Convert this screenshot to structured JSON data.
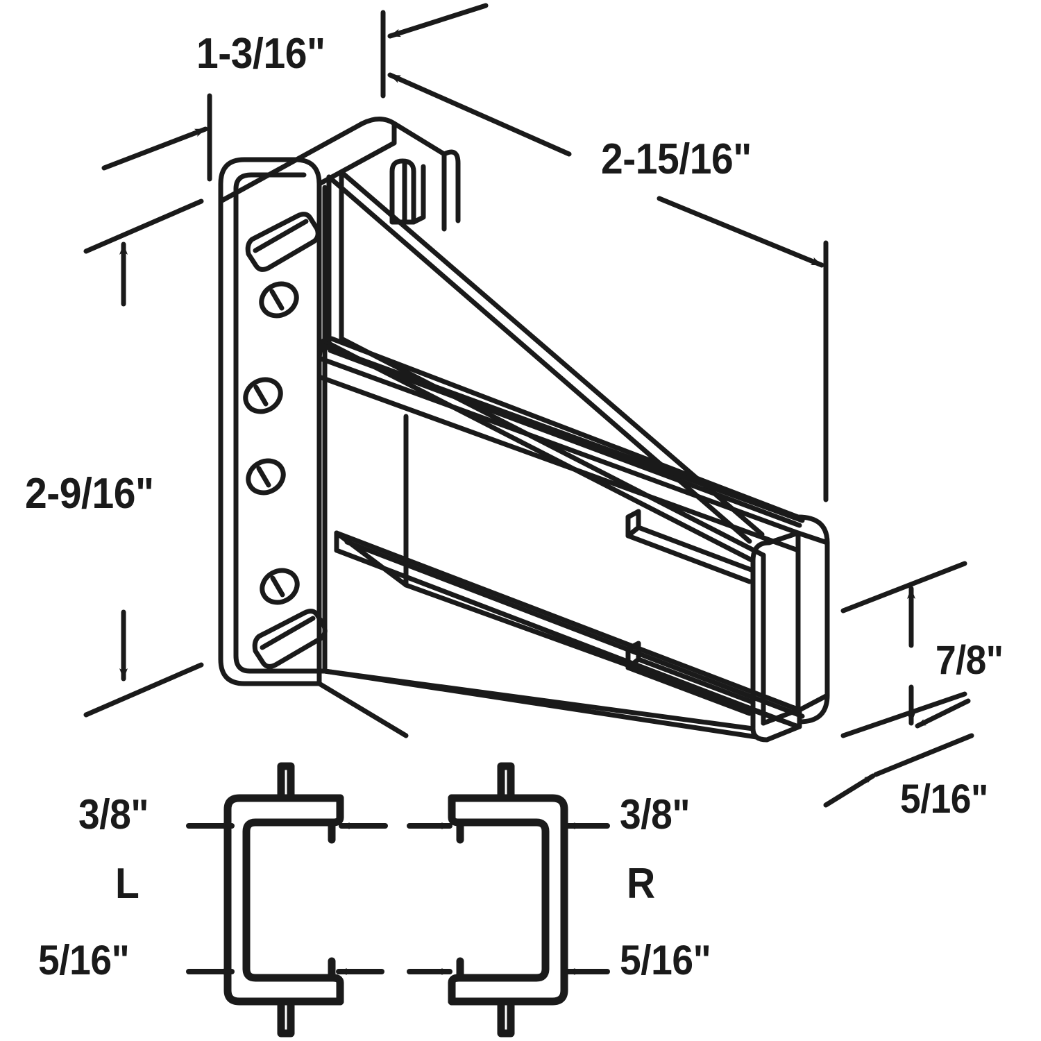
{
  "drawing": {
    "title": "Window sash balance bracket dimensioned isometric drawing",
    "line_color": "#1a1a1a",
    "background_color": "#ffffff"
  },
  "dimensions": {
    "depth_top": "1-3/16\"",
    "length_top": "2-15/16\"",
    "height_left": "2-9/16\"",
    "channel_height_right": "7/8\"",
    "lip_right": "5/16\"",
    "left_section_top": "3/8\"",
    "left_section_bottom": "5/16\"",
    "right_section_top": "3/8\"",
    "right_section_bottom": "5/16\""
  },
  "hand_labels": {
    "left": "L",
    "right": "R"
  },
  "chart_data": {
    "type": "table",
    "title": "Bracket dimensions",
    "categories": [
      "depth_top",
      "length_top",
      "height_left",
      "channel_height_right",
      "lip_right",
      "left_section_top",
      "left_section_bottom",
      "right_section_top",
      "right_section_bottom"
    ],
    "values": [
      "1-3/16\"",
      "2-15/16\"",
      "2-9/16\"",
      "7/8\"",
      "5/16\"",
      "3/8\"",
      "5/16\"",
      "3/8\"",
      "5/16\""
    ]
  }
}
